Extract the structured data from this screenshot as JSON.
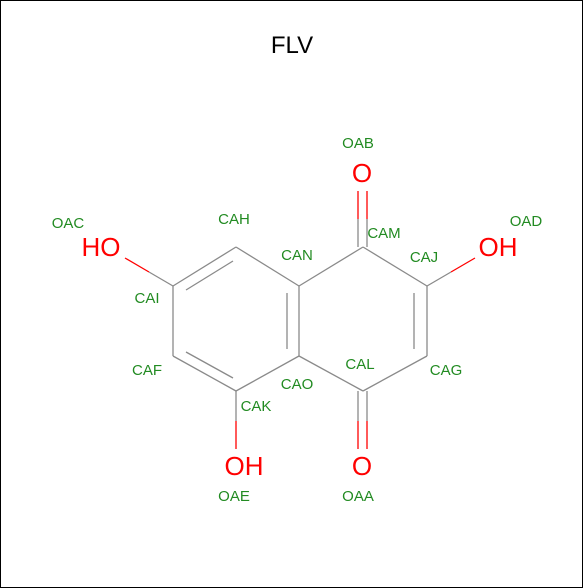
{
  "title": "FLV",
  "colors": {
    "bond": "#8a8a8a",
    "oxygen": "#ff0000",
    "label": "#228b22",
    "frame": "#000000"
  },
  "oxygen_symbols": {
    "oab": "O",
    "oaa": "O",
    "oac": "HO",
    "oad": "OH",
    "oae": "OH"
  },
  "atom_labels": {
    "oab": "OAB",
    "oac": "OAC",
    "oad": "OAD",
    "oae": "OAE",
    "oaa": "OAA",
    "cah": "CAH",
    "cam": "CAM",
    "can": "CAN",
    "caj": "CAJ",
    "cai": "CAI",
    "caf": "CAF",
    "cal": "CAL",
    "cag": "CAG",
    "cao": "CAO",
    "cak": "CAK"
  }
}
